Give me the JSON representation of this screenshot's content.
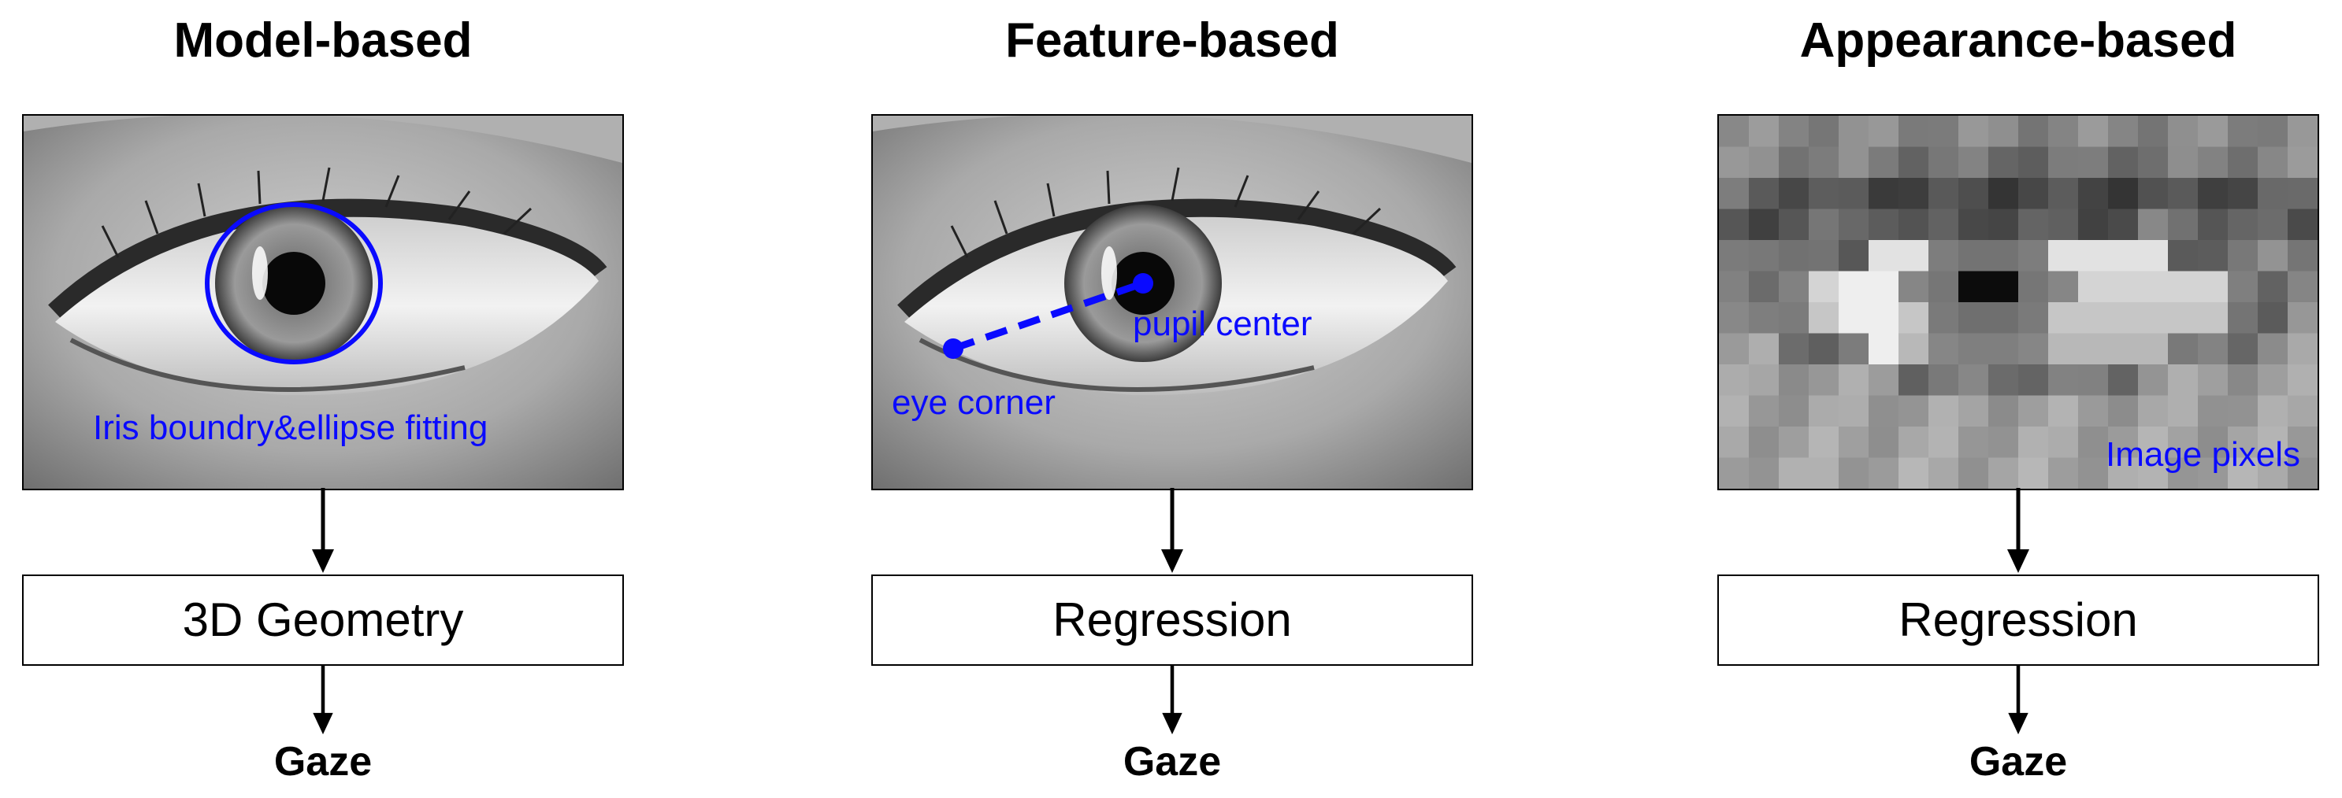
{
  "columns": [
    {
      "title": "Model-based",
      "annotations": [
        "Iris boundry&ellipse fitting"
      ],
      "process": "3D Geometry",
      "output": "Gaze"
    },
    {
      "title": "Feature-based",
      "annotations": [
        "pupil center",
        "eye corner"
      ],
      "process": "Regression",
      "output": "Gaze"
    },
    {
      "title": "Appearance-based",
      "annotations": [
        "Image pixels"
      ],
      "process": "Regression",
      "output": "Gaze"
    }
  ],
  "colors": {
    "annotation": "#0a0aff",
    "outline": "#000000",
    "background": "#ffffff"
  },
  "icons": [
    "eye-photo",
    "ellipse-fit",
    "landmark-line",
    "pixelated-eye",
    "arrow-down"
  ]
}
